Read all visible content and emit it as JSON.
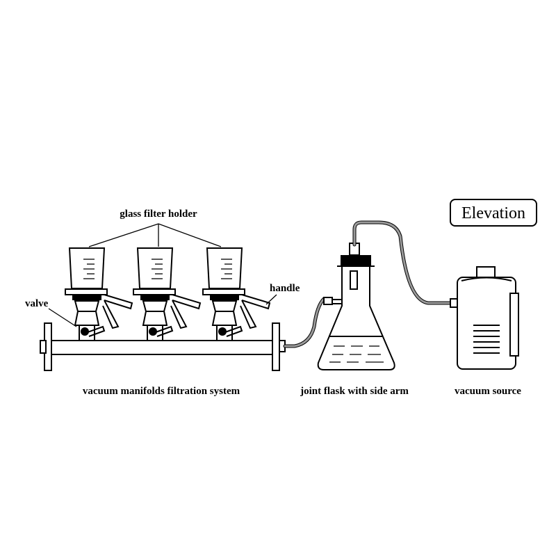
{
  "title": "Elevation",
  "labels": {
    "glass_filter_holder": "glass filter holder",
    "valve": "valve",
    "handle": "handle",
    "manifold": "vacuum manifolds filtration system",
    "flask": "joint flask with side arm",
    "vacuum_source": "vacuum source"
  },
  "colors": {
    "line": "#000000",
    "hose": "#9a9a9a",
    "background": "#ffffff"
  }
}
